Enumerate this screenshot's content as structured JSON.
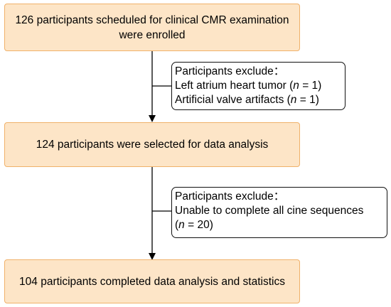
{
  "boxes": {
    "box1": {
      "line1": "126 participants scheduled for clinical CMR examination",
      "line2": "were enrolled"
    },
    "box2": {
      "text": "124 participants were selected for data analysis"
    },
    "box3": {
      "text": "104 participants completed data analysis and statistics"
    }
  },
  "exclusions": {
    "ex1": {
      "title": "Participants exclude：",
      "item1_pre": " Left atrium heart tumor (",
      "item1_var": "n",
      "item1_post": " = 1)",
      "item2_pre": "Artificial valve artifacts (",
      "item2_var": "n",
      "item2_post": " = 1)"
    },
    "ex2": {
      "title": "Participants exclude：",
      "item1": "Unable to complete all cine sequences",
      "item2_pre": "(",
      "item2_var": "n",
      "item2_post": " = 20)"
    }
  },
  "colors": {
    "box_fill": "#fde5c7",
    "box_border": "#f0b16a",
    "arrow": "#000000"
  }
}
